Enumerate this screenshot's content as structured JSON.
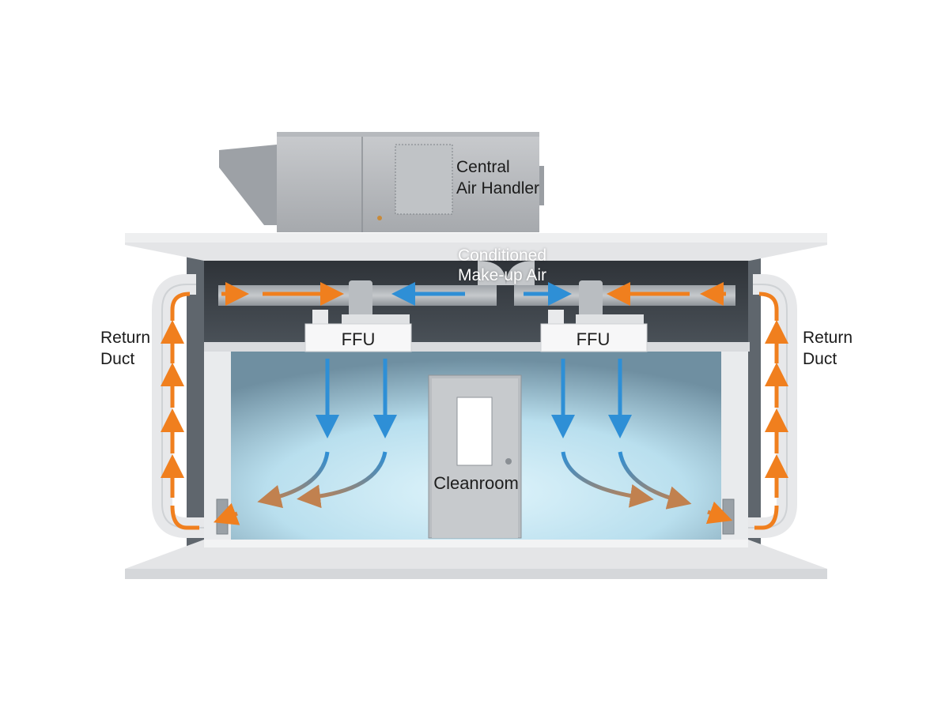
{
  "labels": {
    "air_handler_line1": "Central",
    "air_handler_line2": "Air Handler",
    "makeup_line1": "Conditioned",
    "makeup_line2": "Make-up Air",
    "return_left_line1": "Return",
    "return_left_line2": "Duct",
    "return_right_line1": "Return",
    "return_right_line2": "Duct",
    "ffu_left": "FFU",
    "ffu_right": "FFU",
    "cleanroom": "Cleanroom"
  },
  "colors": {
    "supply_air": "#2e8fd6",
    "return_air": "#f07f1e",
    "mixed_air": "#b08560",
    "structure": "#e6e7ea",
    "plenum": "#2f3338",
    "cleanroom_glow": "#cfeaf5"
  }
}
